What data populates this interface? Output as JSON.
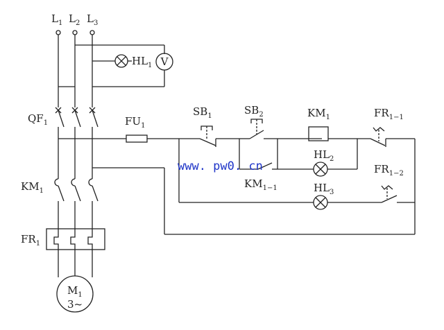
{
  "labels": {
    "L1": {
      "main": "L",
      "sub": "1"
    },
    "L2": {
      "main": "L",
      "sub": "2"
    },
    "L3": {
      "main": "L",
      "sub": "3"
    },
    "HL1": {
      "main": "HL",
      "sub": "1"
    },
    "voltmeter": {
      "main": "V",
      "sub": ""
    },
    "QF1": {
      "main": "QF",
      "sub": "1"
    },
    "FU1": {
      "main": "FU",
      "sub": "1"
    },
    "SB1": {
      "main": "SB",
      "sub": "1"
    },
    "SB2": {
      "main": "SB",
      "sub": "2"
    },
    "KM1_coil": {
      "main": "KM",
      "sub": "1"
    },
    "FR1_1": {
      "main": "FR",
      "sub": "1−1"
    },
    "HL2": {
      "main": "HL",
      "sub": "2"
    },
    "KM1_1": {
      "main": "KM",
      "sub": "1−1"
    },
    "FR1_2": {
      "main": "FR",
      "sub": "1−2"
    },
    "HL3": {
      "main": "HL",
      "sub": "3"
    },
    "KM1_main": {
      "main": "KM",
      "sub": "1"
    },
    "FR1_main": {
      "main": "FR",
      "sub": "1"
    },
    "M1": {
      "main": "M",
      "sub": "1"
    },
    "M1_type": {
      "main": "3~",
      "sub": ""
    }
  },
  "watermark": "www. pw0. cn"
}
